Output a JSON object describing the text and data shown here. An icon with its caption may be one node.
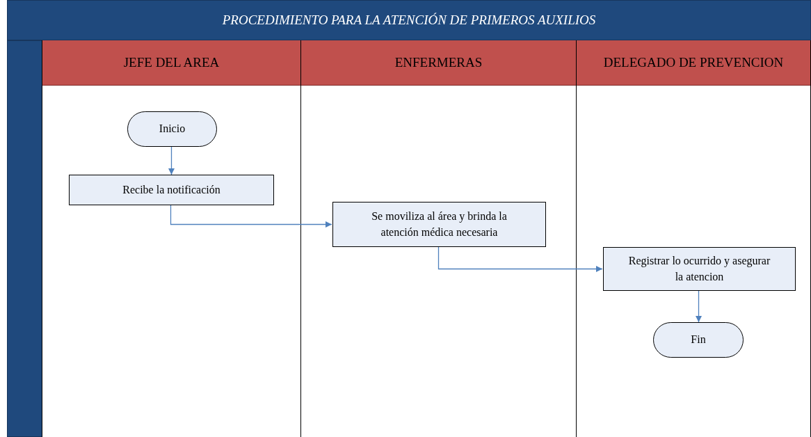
{
  "diagram": {
    "title": "PROCEDIMIENTO PARA LA ATENCIÓN DE PRIMEROS AUXILIOS",
    "nodes": [
      {
        "text": [],
        "shape": "bar"
      },
      {
        "text": [
          "JEFE DEL AREA"
        ]
      },
      {
        "text": [
          "ENFERMERAS"
        ]
      },
      {
        "text": [
          "DELEGADO DE PREVENCION"
        ]
      },
      {
        "text": [
          "Inicio"
        ],
        "in": 1
      },
      {
        "text": [
          "Recibe la notificación"
        ],
        "in": 1
      },
      {
        "text": [
          "Se moviliza al área y brinda la atención médica necesaria"
        ],
        "in": 2
      },
      {
        "text": [
          "Registrar lo ocurrido y asegurar la atencion"
        ],
        "in": 3
      },
      {
        "text": [
          "Fin"
        ],
        "in": 3
      }
    ],
    "edges": [
      {
        "from": 4,
        "to": 5,
        "arrow": "to"
      },
      {
        "from": 5,
        "to": 6,
        "arrow": "to"
      },
      {
        "from": 6,
        "to": 7,
        "arrow": "to"
      },
      {
        "from": 7,
        "to": 8,
        "arrow": "to"
      }
    ]
  }
}
